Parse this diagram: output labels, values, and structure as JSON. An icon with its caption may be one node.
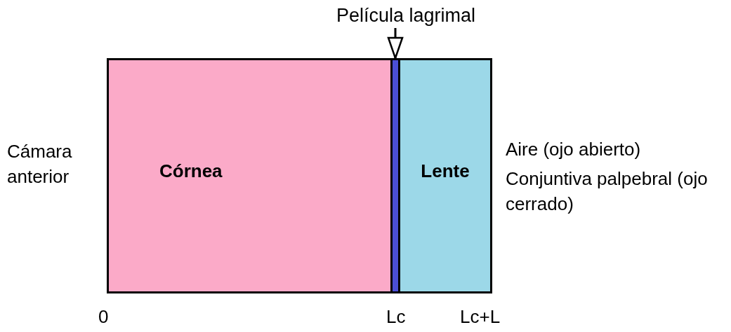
{
  "diagram": {
    "nodes": [
      {
        "text": [
          "Córnea"
        ]
      },
      {
        "text": [
          "Lente"
        ]
      },
      {
        "text": [],
        "shape": "bar"
      },
      {
        "text": [
          "Película lagrimal"
        ]
      }
    ],
    "edges": [
      {
        "from": 3,
        "to": 2,
        "arrow": "to"
      }
    ],
    "labels": [
      "Cámara anterior",
      "Aire (ojo abierto)",
      "Conjuntiva palpebral (ojo cerrado)",
      "0",
      "Lc",
      "Lc+L"
    ]
  }
}
